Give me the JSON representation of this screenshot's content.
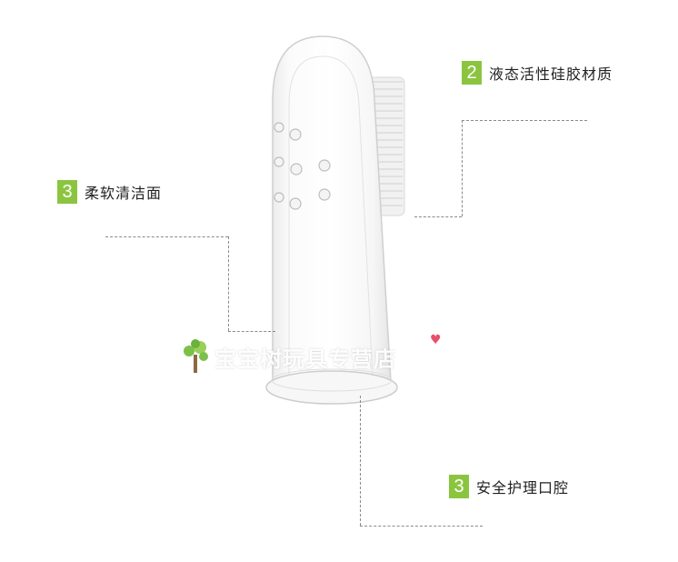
{
  "accent_color": "#8bc53f",
  "callouts": [
    {
      "number": "2",
      "text": "液态活性硅胶材质"
    },
    {
      "number": "3",
      "text": "柔软清洁面"
    },
    {
      "number": "3",
      "text": "安全护理口腔"
    }
  ],
  "watermark": {
    "text": "宝宝树玩具专营店",
    "icons": [
      "tree-icon",
      "heart-icon"
    ]
  }
}
